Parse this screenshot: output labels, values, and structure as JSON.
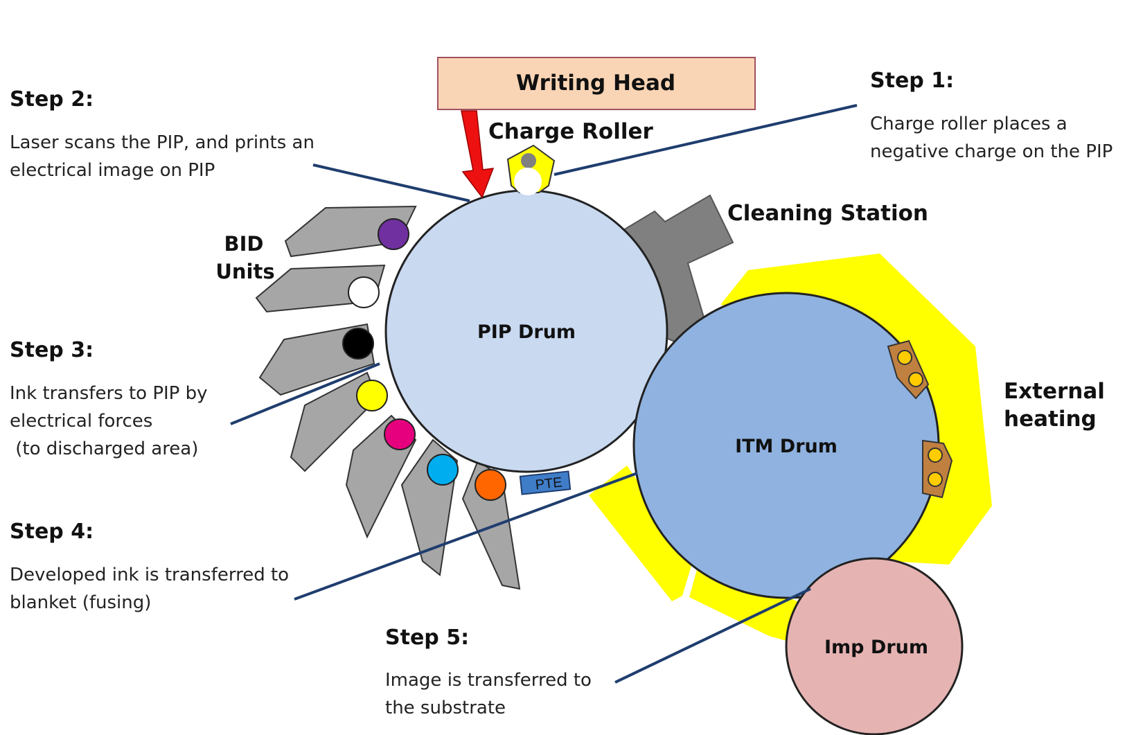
{
  "writing_head": "Writing Head",
  "charge_roller": "Charge Roller",
  "cleaning_station": "Cleaning Station",
  "bid_units": [
    "BID",
    "Units"
  ],
  "external_heating": [
    "External",
    "heating"
  ],
  "pip_drum": "PIP Drum",
  "itm_drum": "ITM Drum",
  "imp_drum": "Imp Drum",
  "pte": "PTE",
  "step1": {
    "title": "Step 1:",
    "lines": [
      "Charge roller places a",
      "negative charge on the PIP"
    ]
  },
  "step2": {
    "title": "Step 2:",
    "lines": [
      "Laser scans the PIP, and prints an",
      "electrical image on PIP"
    ]
  },
  "step3": {
    "title": "Step 3:",
    "lines": [
      "Ink transfers to PIP by",
      "electrical forces",
      " (to discharged area)"
    ]
  },
  "step4": {
    "title": "Step 4:",
    "lines": [
      "Developed ink is transferred to",
      "blanket (fusing)"
    ]
  },
  "step5": {
    "title": "Step 5:",
    "lines": [
      "Image is transferred to",
      "the substrate"
    ]
  },
  "colors": {
    "pip": "#c8d9f0",
    "itm": "#8fb2e0",
    "imp": "#e6b3b3",
    "heating": "#ffff00",
    "bid": "#a6a6a6",
    "cleaning": "#808080",
    "head": "#fad5b5",
    "head_border": "#a05060",
    "leader": "#1f3d6e",
    "arrow": "#ee1111",
    "pte": "#3f7dc8",
    "ink": [
      "#7030a0",
      "#ffffff",
      "#000000",
      "#ffff00",
      "#e6007e",
      "#00aeef",
      "#ff6600"
    ]
  }
}
